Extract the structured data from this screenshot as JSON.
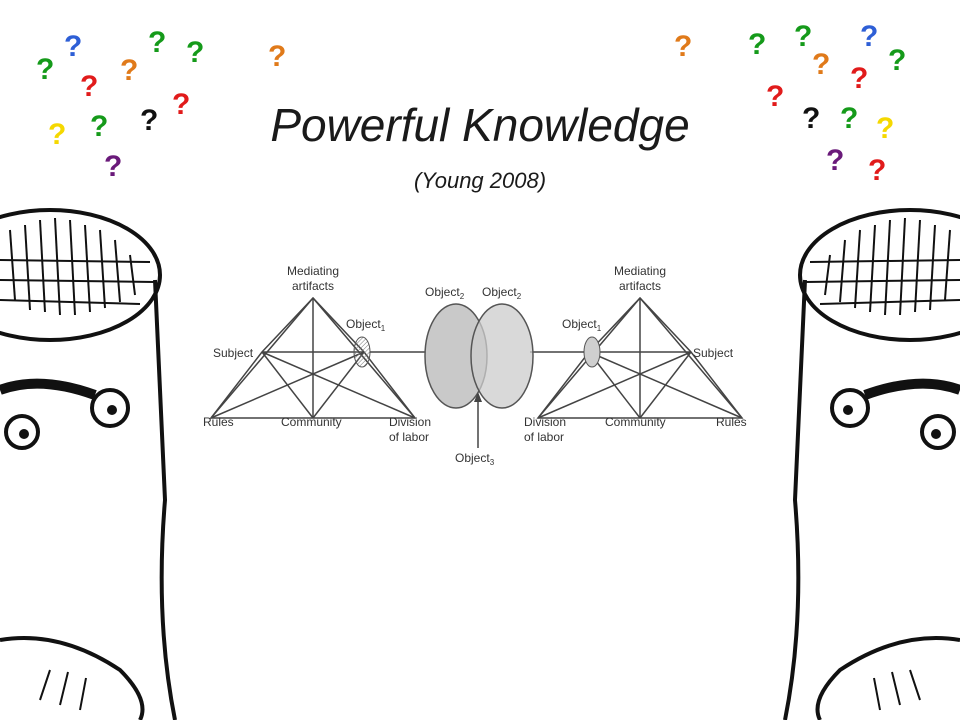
{
  "slide": {
    "title": "Powerful Knowledge",
    "subtitle": "(Young 2008)"
  },
  "question_marks": {
    "glyph": "?",
    "palette": {
      "blue": "#2e5fd6",
      "green": "#159a1a",
      "red": "#e11b1b",
      "orange": "#e07a1a",
      "black": "#111111",
      "yellow": "#f5d800",
      "purple": "#6a1a7a"
    }
  },
  "diagram": {
    "left_system": {
      "mediating": [
        "Mediating",
        "artifacts"
      ],
      "object1": "Object",
      "object1_sub": "1",
      "subject": "Subject",
      "rules": "Rules",
      "community": "Community",
      "division": [
        "Division",
        "of labor"
      ]
    },
    "right_system": {
      "mediating": [
        "Mediating",
        "artifacts"
      ],
      "object1": "Object",
      "object1_sub": "1",
      "subject": "Subject",
      "rules": "Rules",
      "community": "Community",
      "division": [
        "Division",
        "of labor"
      ]
    },
    "object2_left": "Object",
    "object2_left_sub": "2",
    "object2_right": "Object",
    "object2_right_sub": "2",
    "object3": "Object",
    "object3_sub": "3"
  }
}
